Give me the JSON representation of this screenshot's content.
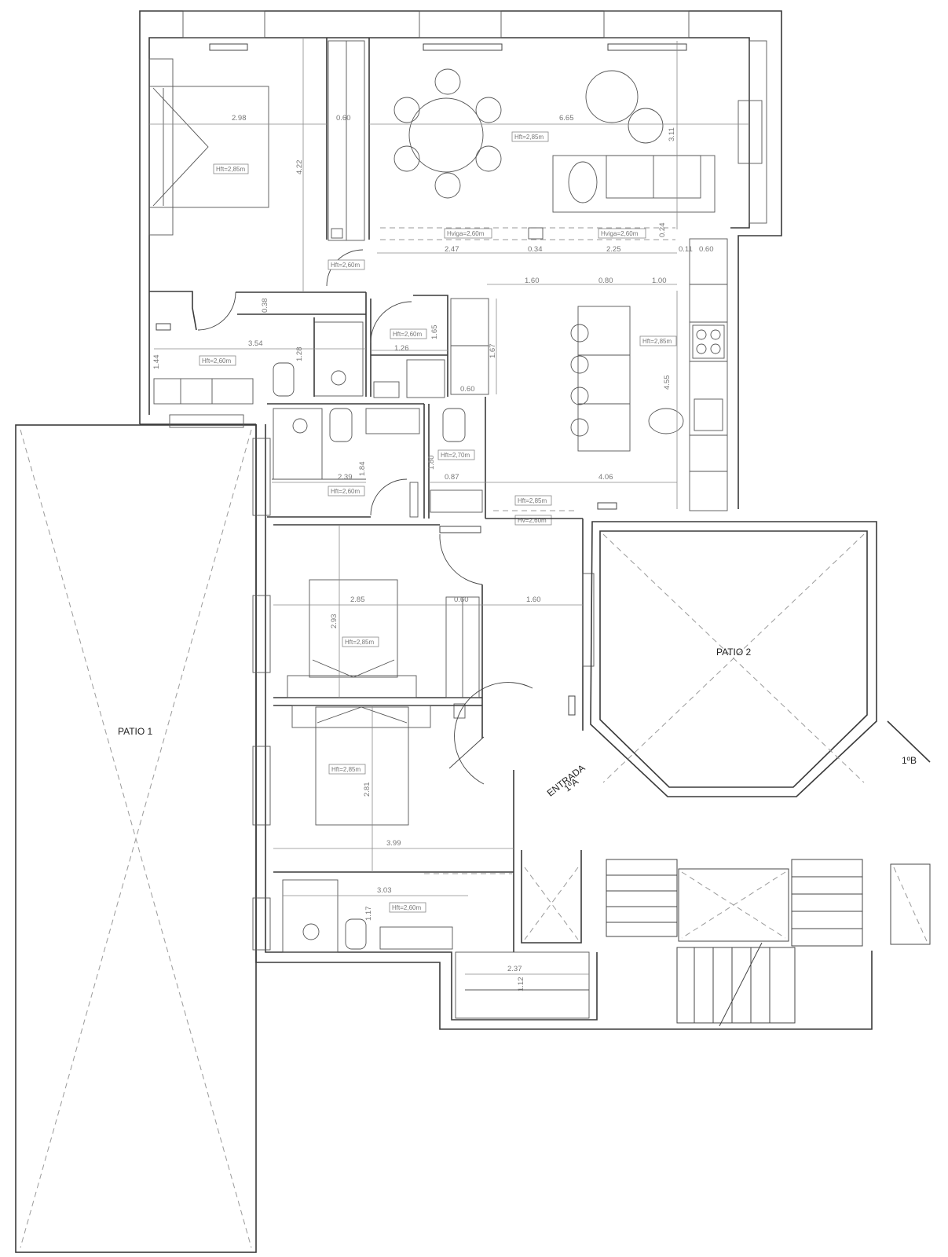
{
  "patios": {
    "patio1": "PATIO 1",
    "patio2": "PATIO 2"
  },
  "entrance": {
    "line1": "ENTRADA",
    "line2": "1ºA"
  },
  "neighbor": "1ºB",
  "height_tags": {
    "bedroom_master": "Hft=2,85m",
    "living": "Hft=2,85m",
    "corridor_top": "Hft=2,60m",
    "beam_left": "Hviga=2,60m",
    "beam_right": "Hviga=2,60m",
    "bath_top": "Hft=2,60m",
    "laundry": "Hft=2,60m",
    "kitchen": "Hft=2,85m",
    "bath_middle": "Hft=2,60m",
    "wc": "Hft=2,70m",
    "hall": "Hft=2,85m",
    "hall_beam": "Hv=2,60m",
    "bedroom_2": "Hft=2,85m",
    "bedroom_3": "Hft=2,85m",
    "bath_bottom": "Hft=2,60m"
  },
  "dimensions": {
    "d298": "2.98",
    "d060a": "0.60",
    "d422": "4.22",
    "d665": "6.65",
    "d311": "3.11",
    "d247": "2.47",
    "d034": "0.34",
    "d225": "2.25",
    "d024": "0.24",
    "d011": "0.11",
    "d060b": "0.60",
    "d160a": "1.60",
    "d080": "0.80",
    "d100": "1.00",
    "d038": "0.38",
    "d354": "3.54",
    "d165": "1.65",
    "d126": "1.26",
    "d167": "1.67",
    "d128": "1.28",
    "d144": "1.44",
    "d455": "4.55",
    "d060c": "0.60",
    "d239": "2.39",
    "d184": "1.84",
    "d180": "1.80",
    "d087": "0.87",
    "d406": "4.06",
    "d285": "2.85",
    "d293": "2.93",
    "d060d": "0.60",
    "d160b": "1.60",
    "d281": "2.81",
    "d399": "3.99",
    "d303": "3.03",
    "d117": "1.17",
    "d237": "2.37",
    "d112": "1.12"
  }
}
